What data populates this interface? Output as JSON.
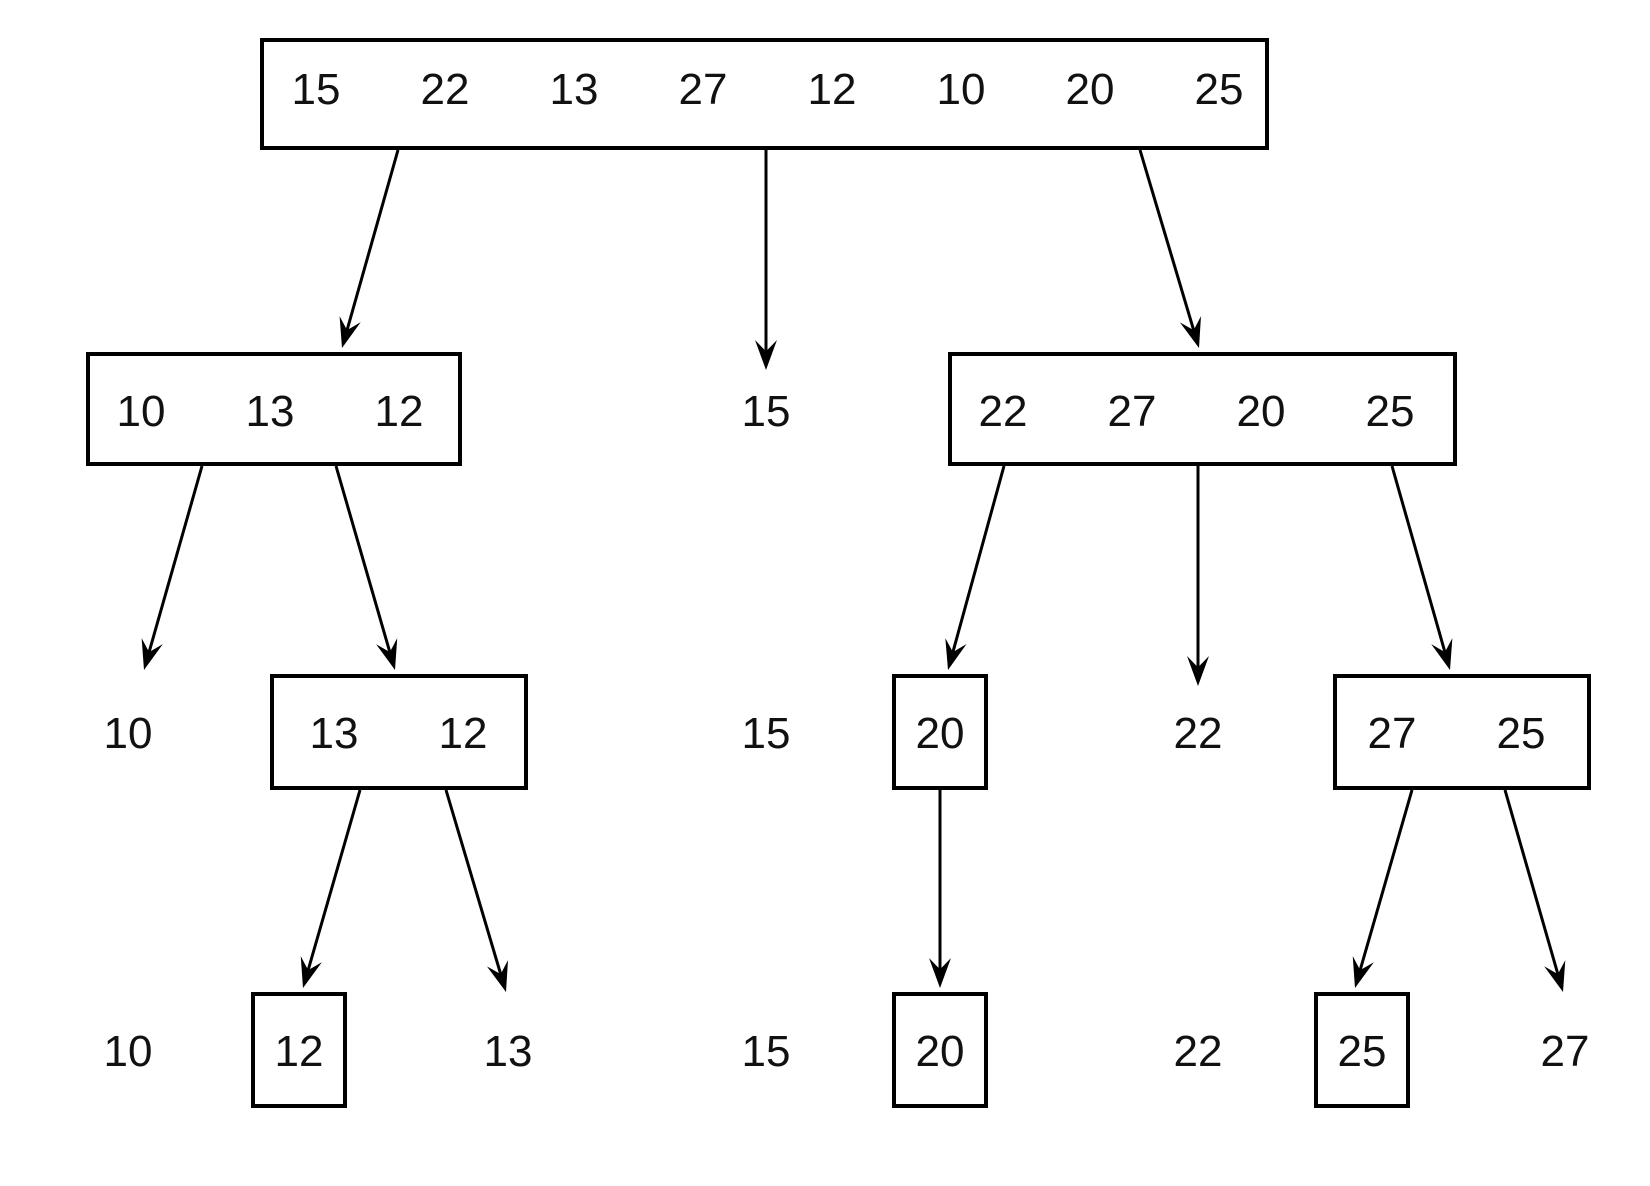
{
  "levels": {
    "level0": {
      "box": [
        "15",
        "22",
        "13",
        "27",
        "12",
        "10",
        "20",
        "25"
      ]
    },
    "level1": {
      "left": [
        "10",
        "13",
        "12"
      ],
      "pivot": "15",
      "right": [
        "22",
        "27",
        "20",
        "25"
      ]
    },
    "level2": {
      "v10": "10",
      "left": [
        "13",
        "12"
      ],
      "v15": "15",
      "box20": "20",
      "v22": "22",
      "right": [
        "27",
        "25"
      ]
    },
    "level3": {
      "v10": "10",
      "box12": "12",
      "v13": "13",
      "v15": "15",
      "box20": "20",
      "v22": "22",
      "box25": "25",
      "v27": "27"
    }
  }
}
